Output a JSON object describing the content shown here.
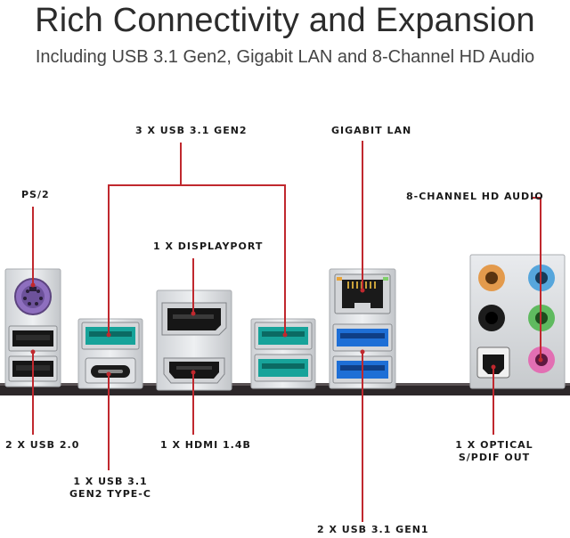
{
  "header": {
    "title": "Rich Connectivity and Expansion",
    "subtitle": "Including USB 3.1 Gen2, Gigabit LAN and 8-Channel HD Audio"
  },
  "labels": {
    "usb31_gen2_top": "3 X USB 3.1 GEN2",
    "gigabit_lan": "GIGABIT LAN",
    "ps2": "PS/2",
    "hd_audio": "8-CHANNEL HD AUDIO",
    "displayport": "1 X DISPLAYPORT",
    "usb20": "2 X USB 2.0",
    "hdmi": "1 X HDMI 1.4B",
    "optical_line1": "1 X OPTICAL",
    "optical_line2": "S/PDIF OUT",
    "typec_line1": "1 X USB 3.1",
    "typec_line2": "GEN2 TYPE-C",
    "usb31_gen1": "2 X USB 3.1 GEN1"
  },
  "colors": {
    "callout_line": "#c0282e",
    "usb31_gen2_teal": "#17a39a",
    "usb31_gen1_blue": "#1e6fd6",
    "ps2_purple": "#8e6fbf",
    "audio_orange": "#e39a4c",
    "audio_blue": "#56a6dc",
    "audio_green": "#5fba5f",
    "audio_pink": "#e26fb3",
    "audio_black": "#1c1c1c"
  }
}
